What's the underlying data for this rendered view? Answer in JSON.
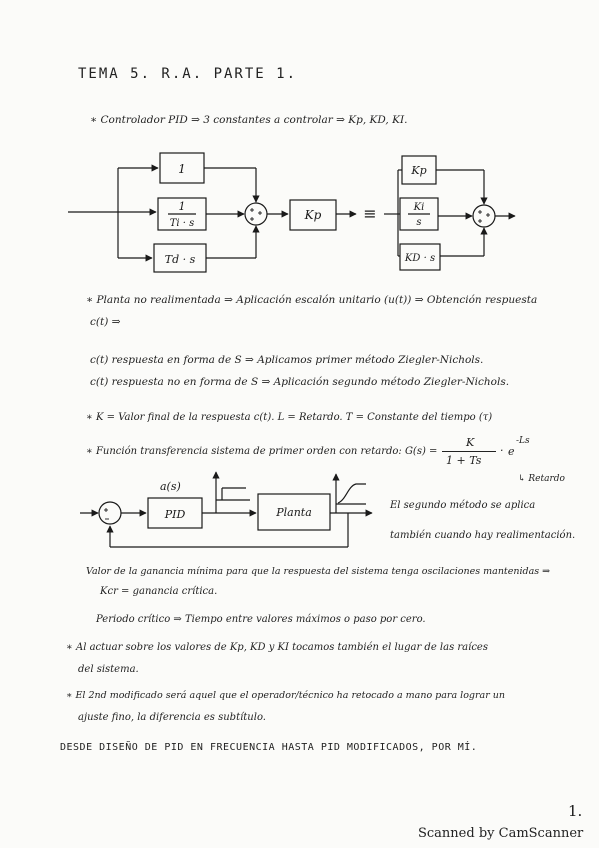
{
  "title": "TEMA 5. R.A. PARTE 1.",
  "bullets": {
    "controller": "Controlador PID ⇒ 3 constantes a controlar ⇒ Kp, KD, KI.",
    "plant_1": "Planta no realimentada ⇒ Aplicación escalón unitario (u(t)) ⇒ Obtención respuesta",
    "plant_2": "c(t) ⇒",
    "c_form_1": "c(t) respuesta en forma de S ⇒ Aplicamos primer método Ziegler-Nichols.",
    "c_form_2": "c(t) respuesta no en forma de S ⇒ Aplicación segundo método Ziegler-Nichols.",
    "k_def": "K = Valor final de la respuesta c(t). L = Retardo. T = Constante del tiempo (τ)",
    "transfer": "Función transferencia sistema de primer orden con retardo: G(s) =",
    "second_note_1": "El segundo método se aplica",
    "second_note_2": "también cuando hay realimentación.",
    "gain_1": "Valor de la ganancia mínima para que la respuesta del sistema tenga oscilaciones mantenidas ⇒",
    "gain_2": "Kcr = ganancia crítica.",
    "period": "Periodo crítico ⇒ Tiempo entre valores máximos o paso por cero.",
    "acting_1": "Al actuar sobre los valores de Kp, KD y KI tocamos también el lugar de las raíces",
    "acting_2": "del sistema.",
    "modified_1": "El 2nd modificado será aquel que el operador/técnico ha retocado a mano para lograr un",
    "modified_2": "ajuste fino, la diferencia es subtítulo.",
    "design": "DESDE DISEÑO DE PID EN FRECUENCIA HASTA PID MODIFICADOS, POR MÍ."
  },
  "formula": {
    "numerator": "K",
    "denominator": "1 + Ts",
    "exp": "e",
    "exp_power": "-Ls",
    "retardo": "↳ Retardo"
  },
  "diagram_left": {
    "block_p": "1",
    "block_i_num": "1",
    "block_i_den": "Ti · s",
    "block_d": "Td · s",
    "gain": "Kp",
    "equals": "≡"
  },
  "diagram_right": {
    "block_p": "Kp",
    "block_i_num": "Ki",
    "block_i_den": "s",
    "block_d": "KD · s"
  },
  "loop_diagram": {
    "signal": "a(s)",
    "pid": "PID",
    "plant": "Planta"
  },
  "page_number": "1.",
  "footer": "Scanned by CamScanner"
}
